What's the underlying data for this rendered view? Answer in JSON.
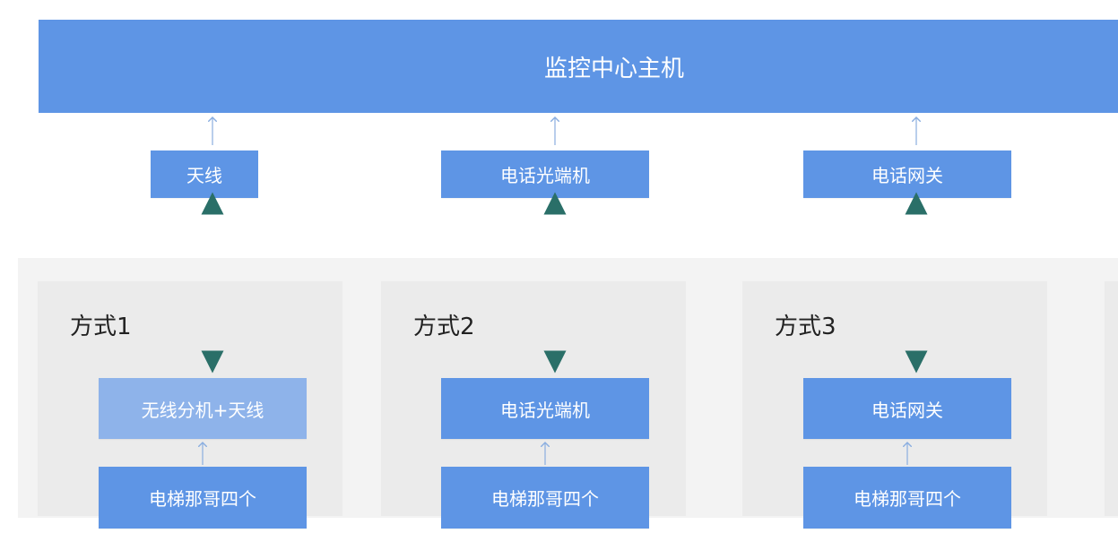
{
  "top": {
    "title": "监控中心主机"
  },
  "columns": [
    {
      "method": "方式1",
      "top_device": "天线",
      "lower_device": "无线分机+天线",
      "elevator": "电梯那哥四个"
    },
    {
      "method": "方式2",
      "top_device": "电话光端机",
      "lower_device": "电话光端机",
      "elevator": "电梯那哥四个"
    },
    {
      "method": "方式3",
      "top_device": "电话网关",
      "lower_device": "电话网关",
      "elevator": "电梯那哥四个"
    }
  ],
  "colors": {
    "box": "#5e95e5",
    "box_faded": "#8eb3ea",
    "connector": "#2e8b6e",
    "thin_arrow": "#8aaee0"
  }
}
